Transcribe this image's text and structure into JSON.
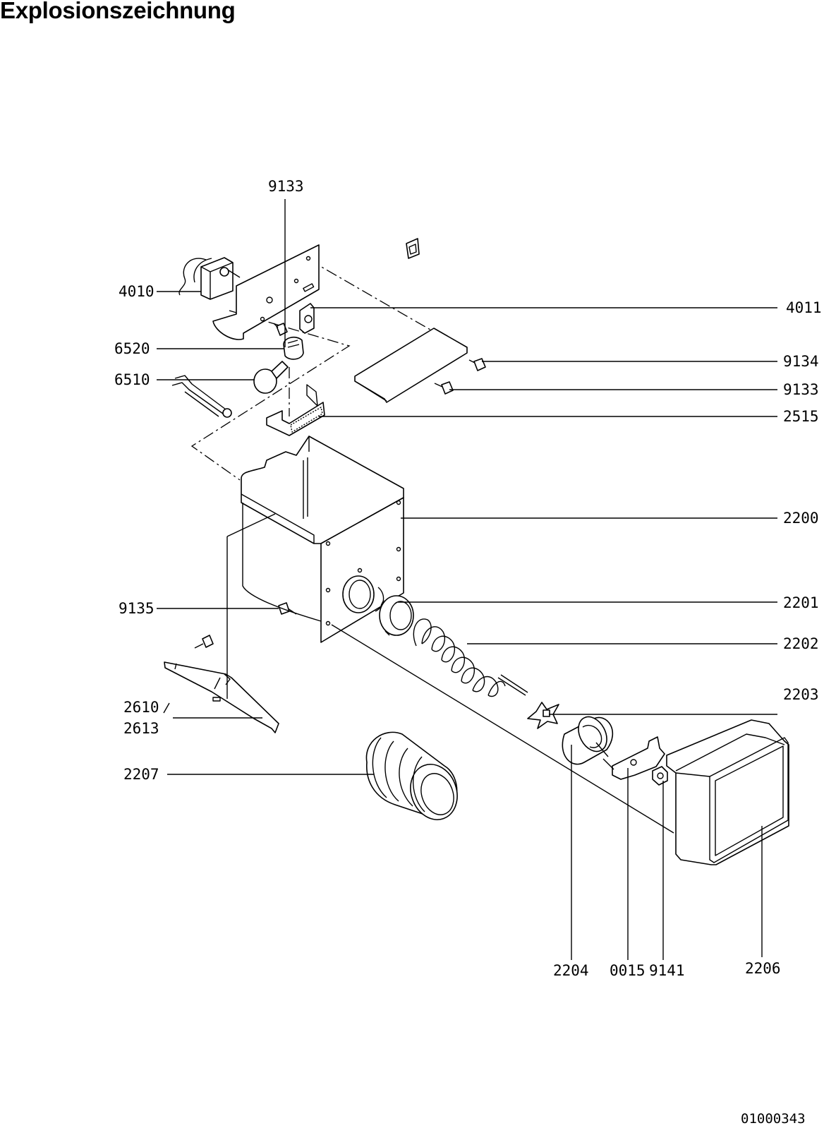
{
  "title": "Explosionszeichnung",
  "drawing_number": "01000343",
  "part_labels": {
    "p9133_top": "9133",
    "p4010": "4010",
    "p4011": "4011",
    "p6520": "6520",
    "p6510": "6510",
    "p9134": "9134",
    "p9133_right": "9133",
    "p2515": "2515",
    "p2200": "2200",
    "p9135": "9135",
    "p2201": "2201",
    "p2202": "2202",
    "p2203": "2203",
    "p2610": "2610",
    "p2613": "2613",
    "p2207": "2207",
    "p2204": "2204",
    "p0015": "0015",
    "p9141": "9141",
    "p2206": "2206"
  }
}
